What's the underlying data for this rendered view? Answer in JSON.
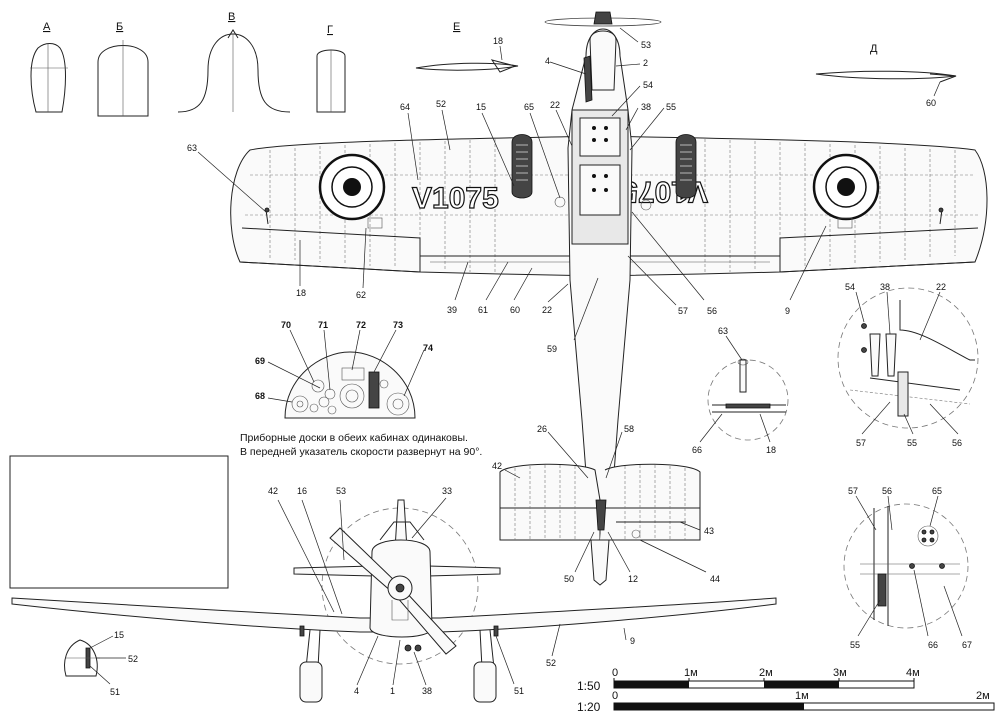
{
  "sections": [
    {
      "id": "a",
      "label": "А"
    },
    {
      "id": "b",
      "label": "Б"
    },
    {
      "id": "v",
      "label": "В"
    },
    {
      "id": "g",
      "label": "Г"
    },
    {
      "id": "e",
      "label": "Е"
    },
    {
      "id": "d",
      "label": "Д"
    }
  ],
  "registration": {
    "left": "V1075",
    "right": "V1075"
  },
  "callouts": {
    "c1": "1",
    "c2": "2",
    "c4": "4",
    "c9": "9",
    "c12": "12",
    "c15": "15",
    "c16": "16",
    "c18": "18",
    "c22": "22",
    "c26": "26",
    "c33": "33",
    "c38": "38",
    "c39": "39",
    "c42": "42",
    "c43": "43",
    "c44": "44",
    "c50": "50",
    "c51": "51",
    "c52": "52",
    "c53": "53",
    "c54": "54",
    "c55": "55",
    "c56": "56",
    "c57": "57",
    "c58": "58",
    "c59": "59",
    "c60": "60",
    "c61": "61",
    "c62": "62",
    "c63": "63",
    "c64": "64",
    "c65": "65",
    "c66": "66",
    "c67": "67",
    "c68": "68",
    "c69": "69",
    "c70": "70",
    "c71": "71",
    "c72": "72",
    "c73": "73",
    "c74": "74"
  },
  "caption": {
    "line1": "Приборные доски в обеих кабинах одинаковы.",
    "line2": "В передней  указатель скорости развернут на 90°."
  },
  "scales": {
    "top": {
      "label": "1:50",
      "ticks": [
        "0",
        "1м",
        "2м",
        "3м",
        "4м"
      ]
    },
    "bottom": {
      "label": "1:20",
      "ticks": [
        "0",
        "1м",
        "2м"
      ]
    }
  },
  "colors": {
    "ink": "#222222",
    "paper": "#ffffff",
    "roundel": "#111111"
  }
}
